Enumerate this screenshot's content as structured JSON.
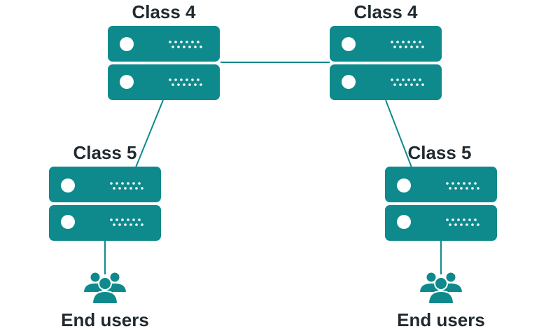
{
  "colors": {
    "server": "#0f8a8c",
    "detail": "#ffffff",
    "line": "#0f8a8c",
    "text": "#1f2a30"
  },
  "icons": {
    "server": "server-rack-icon",
    "users": "users-group-icon"
  },
  "nodes": {
    "top_left": {
      "label": "Class 4"
    },
    "top_right": {
      "label": "Class 4"
    },
    "bottom_left": {
      "label": "Class 5"
    },
    "bottom_right": {
      "label": "Class 5"
    }
  },
  "endpoints": {
    "left": {
      "label": "End users"
    },
    "right": {
      "label": "End users"
    }
  }
}
